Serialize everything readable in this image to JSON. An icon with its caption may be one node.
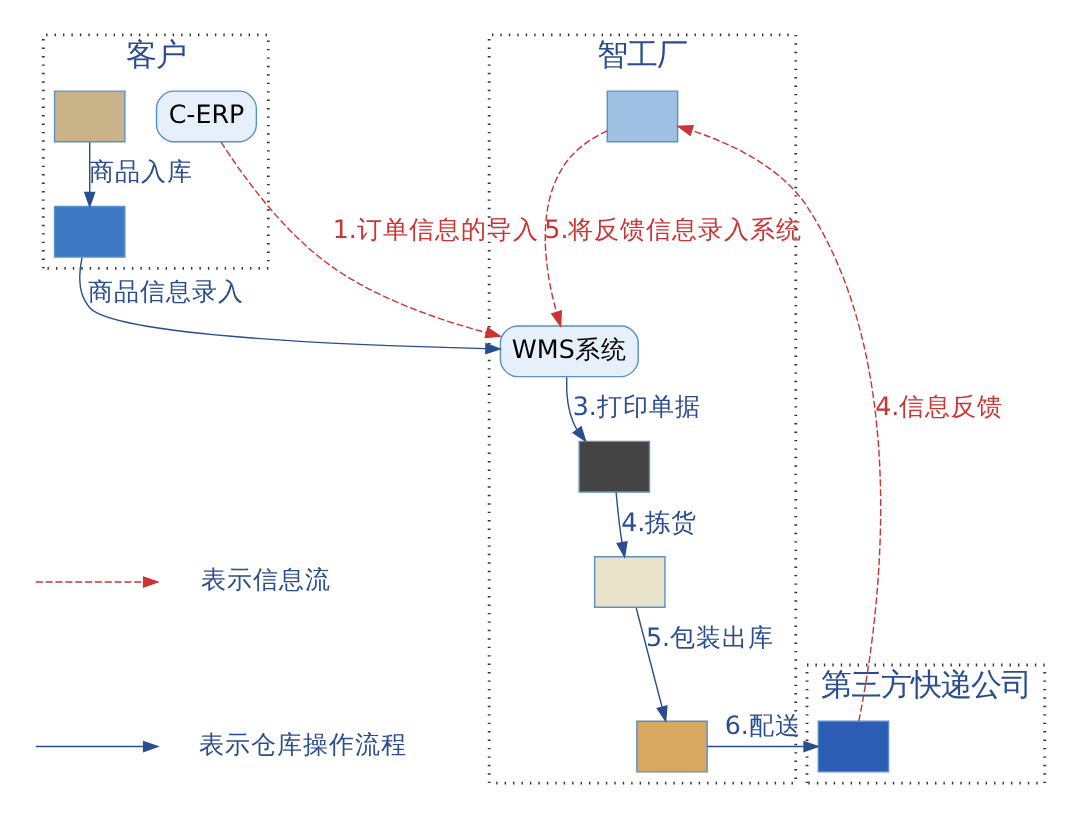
{
  "diagram": {
    "nodes": [
      {
        "text": [
          "客户"
        ]
      },
      {
        "text": [
          "智工厂"
        ]
      },
      {
        "text": [
          "第三方快递公司"
        ]
      },
      {
        "text": [
          "C-ERP"
        ],
        "in": 0
      },
      {
        "text": [],
        "shape": "box",
        "in": 0
      },
      {
        "text": [],
        "shape": "box",
        "in": 0
      },
      {
        "text": [
          "WMS系统"
        ],
        "in": 1
      },
      {
        "text": [],
        "shape": "box",
        "in": 1
      },
      {
        "text": [],
        "shape": "box",
        "in": 1
      },
      {
        "text": [],
        "shape": "box",
        "in": 1
      },
      {
        "text": [],
        "shape": "box",
        "in": 1
      },
      {
        "text": [],
        "shape": "box",
        "in": 2
      }
    ],
    "edges": [
      {
        "from": 3,
        "to": 6,
        "arrow": "to",
        "label": "1.订单信息的导入",
        "style": "dashed",
        "color": "#cc3333"
      },
      {
        "from": 4,
        "to": 5,
        "arrow": "to",
        "label": "商品入库"
      },
      {
        "from": 5,
        "to": 6,
        "arrow": "to",
        "label": "商品信息录入"
      },
      {
        "from": 6,
        "to": 7,
        "arrow": "to",
        "label": "3.打印单据"
      },
      {
        "from": 7,
        "to": 8,
        "arrow": "to",
        "label": "4.拣货"
      },
      {
        "from": 8,
        "to": 9,
        "arrow": "to",
        "label": "5.包装出库"
      },
      {
        "from": 9,
        "to": 11,
        "arrow": "to",
        "label": "6.配送"
      },
      {
        "from": 11,
        "to": 10,
        "arrow": "to",
        "label": "4.信息反馈",
        "style": "dashed",
        "color": "#cc3333"
      },
      {
        "from": 10,
        "to": 6,
        "arrow": "to",
        "label": "5.将反馈信息录入系统",
        "style": "dashed",
        "color": "#cc3333"
      }
    ],
    "legend": [
      {
        "text": "表示信息流"
      },
      {
        "text": "表示仓库操作流程"
      }
    ]
  }
}
